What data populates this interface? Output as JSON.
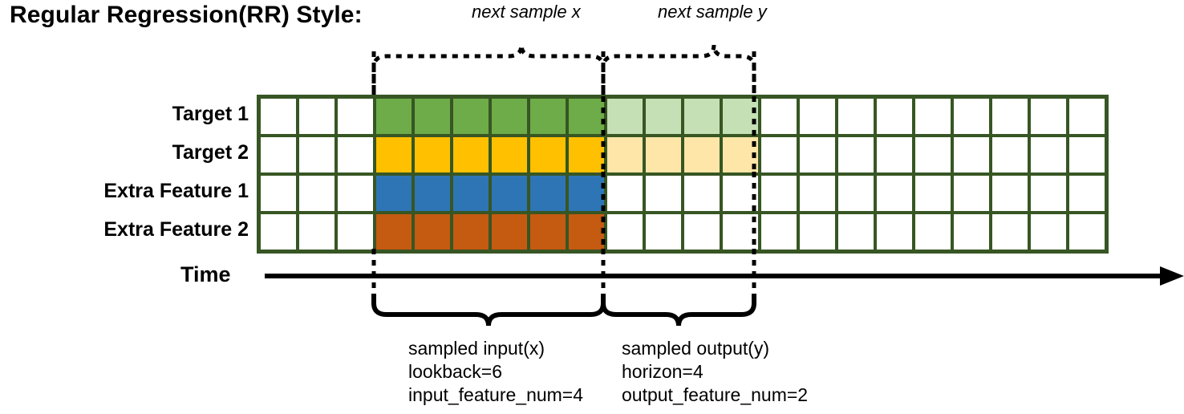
{
  "title": "Regular Regression(RR) Style:",
  "rows": [
    {
      "label": "Target 1",
      "name": "target-1"
    },
    {
      "label": "Target 2",
      "name": "target-2"
    },
    {
      "label": "Extra Feature 1",
      "name": "extra-feature-1"
    },
    {
      "label": "Extra Feature 2",
      "name": "extra-feature-2"
    }
  ],
  "grid": {
    "total_columns": 22,
    "lead_blank_columns": 3,
    "input_columns": 6,
    "output_columns": 4,
    "trail_blank_columns": 9,
    "row_fills": [
      [
        "white",
        "white",
        "white",
        "green",
        "green",
        "green",
        "green",
        "green",
        "green",
        "green-faded",
        "green-faded",
        "green-faded",
        "green-faded",
        "white",
        "white",
        "white",
        "white",
        "white",
        "white",
        "white",
        "white",
        "white"
      ],
      [
        "white",
        "white",
        "white",
        "yellow",
        "yellow",
        "yellow",
        "yellow",
        "yellow",
        "yellow",
        "yellow-faded",
        "yellow-faded",
        "yellow-faded",
        "yellow-faded",
        "white",
        "white",
        "white",
        "white",
        "white",
        "white",
        "white",
        "white",
        "white"
      ],
      [
        "white",
        "white",
        "white",
        "blue",
        "blue",
        "blue",
        "blue",
        "blue",
        "blue",
        "white",
        "white",
        "white",
        "white",
        "white",
        "white",
        "white",
        "white",
        "white",
        "white",
        "white",
        "white",
        "white"
      ],
      [
        "white",
        "white",
        "white",
        "orange",
        "orange",
        "orange",
        "orange",
        "orange",
        "orange",
        "white",
        "white",
        "white",
        "white",
        "white",
        "white",
        "white",
        "white",
        "white",
        "white",
        "white",
        "white",
        "white"
      ]
    ]
  },
  "axis": {
    "label": "Time"
  },
  "top_braces": [
    {
      "caption": "next sample x",
      "name": "next-sample-x"
    },
    {
      "caption": "next sample y",
      "name": "next-sample-y"
    }
  ],
  "bottom_braces": [
    {
      "name": "sampled-input",
      "lines": [
        "sampled input(x)",
        "lookback=6",
        "input_feature_num=4"
      ]
    },
    {
      "name": "sampled-output",
      "lines": [
        "sampled output(y)",
        "horizon=4",
        "output_feature_num=2"
      ]
    }
  ],
  "colors": {
    "border": "#375623",
    "green": "#6DAC48",
    "green_faded": "#C5E0B4",
    "yellow": "#FFC000",
    "yellow_faded": "#FDE6A8",
    "blue": "#2E75B6",
    "orange": "#C55A11",
    "ink": "#000000",
    "background": "#FFFFFF"
  }
}
